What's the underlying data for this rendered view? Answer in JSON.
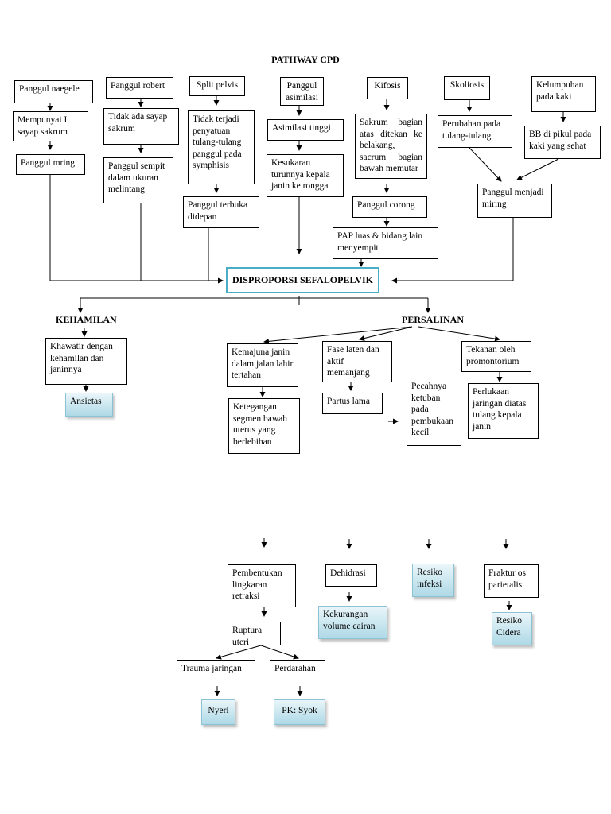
{
  "title": "PATHWAY CPD",
  "center": "DISPROPORSI SEFALOPELVIK",
  "branches": {
    "kehamilan": "KEHAMILAN",
    "persalinan": "PERSALINAN"
  },
  "causes": {
    "naegele": [
      "Panggul naegele",
      "Mempunyai I sayap sakrum",
      "Panggul mring"
    ],
    "robert": [
      "Panggul robert",
      "Tidak ada sayap sakrum",
      "Panggul sempit dalam ukuran melintang"
    ],
    "split": [
      "Split pelvis",
      "Tidak terjadi penyatuan tulang-tulang panggul pada symphisis",
      "Panggul terbuka didepan"
    ],
    "asimilasi": [
      "Panggul asimilasi",
      "Asimilasi tinggi",
      "Kesukaran turunnya kepala janin ke rongga"
    ],
    "kifosis": [
      "Kifosis",
      "Sakrum bagian atas ditekan ke belakang, sacrum bagian bawah memutar",
      "Panggul corong",
      "PAP luas & bidang lain menyempit"
    ],
    "skoliosis": [
      "Skoliosis",
      "Perubahan pada tulang-tulang"
    ],
    "lumpuh": [
      "Kelumpuhan pada kaki",
      "BB di pikul pada kaki yang sehat"
    ],
    "miring": "Panggul menjadi miring"
  },
  "kehamilan": {
    "box": "Khawatir dengan kehamilan dan janinnya",
    "dx": "Ansietas"
  },
  "persalinan": {
    "kemajuan": "Kemajuna janin dalam jalan lahir tertahan",
    "ketegangan": "Ketegangan segmen bawah uterus yang berlebihan",
    "fase": "Fase laten dan aktif memanjang",
    "partus": "Partus lama",
    "pecah": "Pecahnya ketuban pada pembukaan kecil",
    "tekanan": "Tekanan oleh promontorium",
    "perlukaan": "Perlukaan jaringan diatas tulang kepala janin"
  },
  "lower": {
    "pembentukan": "Pembentukan lingkaran retraksi",
    "dehidrasi": "Dehidrasi",
    "resiko_infeksi": "Resiko infeksi",
    "fraktur": "Fraktur os parietalis",
    "kekurangan": "Kekurangan volume cairan",
    "resiko_cidera": "Resiko Cidera",
    "ruptura": "Ruptura uteri",
    "trauma": "Trauma jaringan",
    "perdarahan": "Perdarahan",
    "nyeri": "Nyeri",
    "syok": "PK: Syok"
  },
  "colors": {
    "center_border": "#4bacc6",
    "diagnosis_fill": "#aed9e6"
  }
}
